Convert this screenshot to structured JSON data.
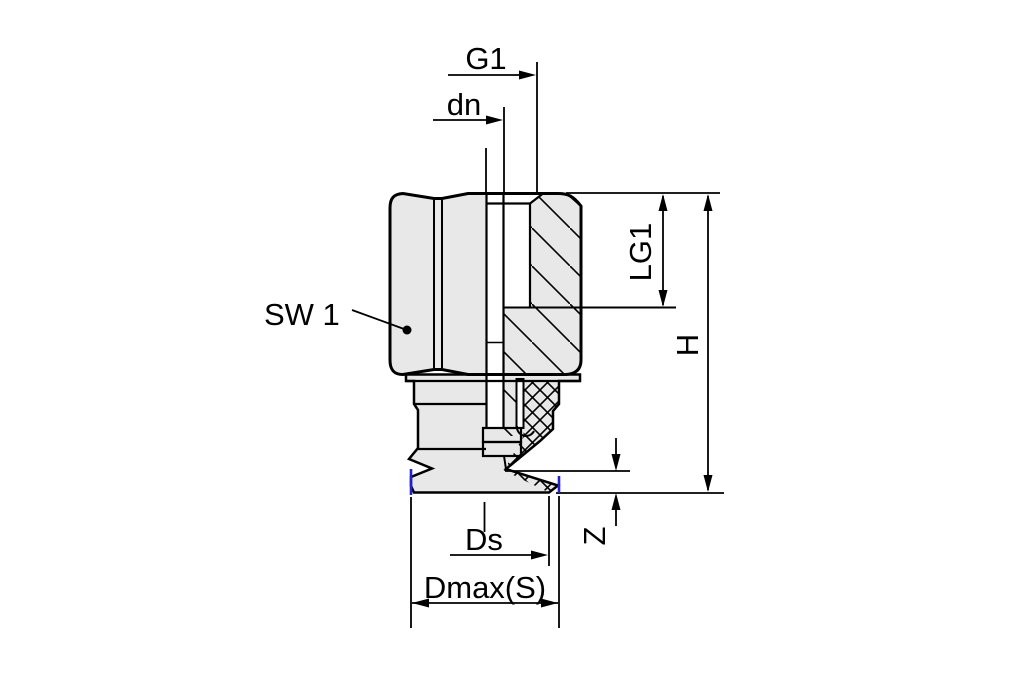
{
  "page": {
    "background": "#ffffff",
    "description": "Technical section drawing of a vacuum suction cup with fitting"
  },
  "drawing": {
    "body_fill": "#e8e8e8",
    "line_color": "#000000",
    "highlight_color": "#2222cc",
    "labels": {
      "g1": "G1",
      "dn": "dn",
      "lg1": "LG1",
      "h": "H",
      "sw1": "SW 1",
      "z": "Z",
      "ds": "Ds",
      "dmax": "Dmax(S)"
    }
  }
}
